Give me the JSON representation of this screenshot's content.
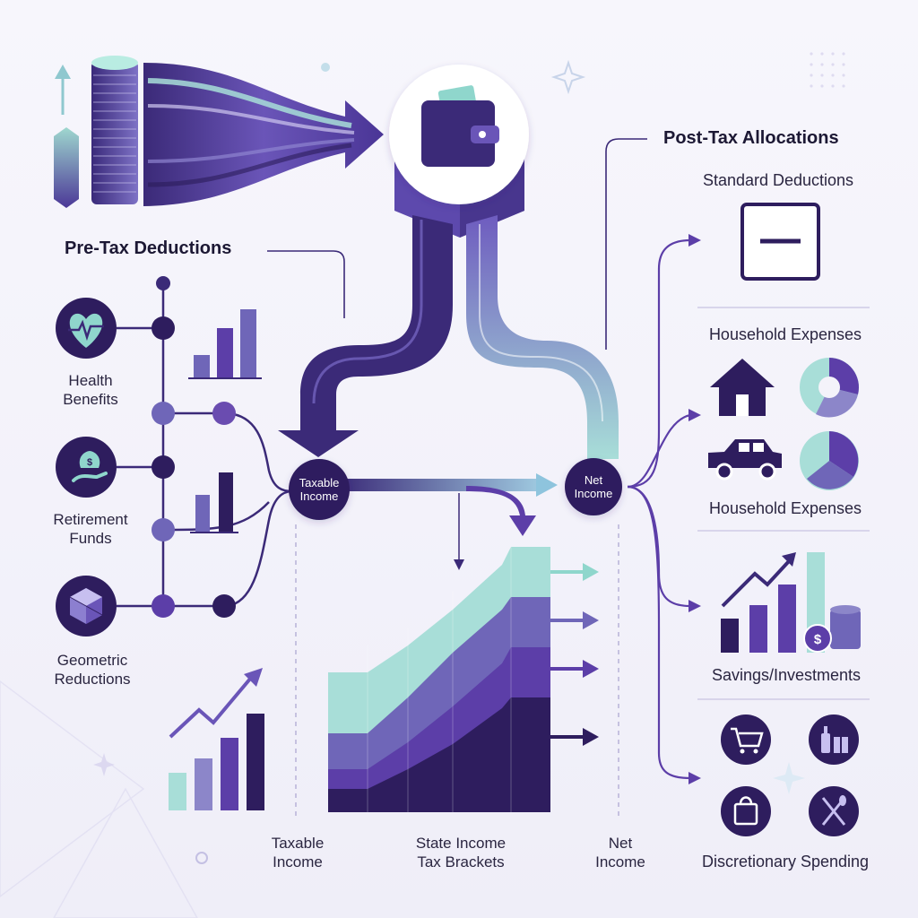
{
  "colors": {
    "deep_purple": "#2e1d5e",
    "mid_purple": "#5b3fa8",
    "lavender": "#8c86c9",
    "mint": "#a8ded8",
    "background": "#f4f3fa"
  },
  "left": {
    "section_title": "Pre-Tax Deductions",
    "items": [
      {
        "label": "Health Benefits",
        "line1": "Health",
        "line2": "Benefits",
        "icon": "heart-pulse-icon"
      },
      {
        "label": "Retirement Funds",
        "line1": "Retirement",
        "line2": "Funds",
        "icon": "hand-money-bag-icon"
      },
      {
        "label": "Geometric Reductions",
        "line1": "Geometric",
        "line2": "Reductions",
        "icon": "cube-icon"
      }
    ]
  },
  "center": {
    "wallet_icon": "wallet-icon",
    "taxable_node": {
      "line1": "Taxable",
      "line2": "Income"
    },
    "net_node": {
      "line1": "Net",
      "line2": "Income"
    }
  },
  "bottom": {
    "taxable": {
      "line1": "Taxable",
      "line2": "Income"
    },
    "brackets": {
      "line1": "State Income",
      "line2": "Tax Brackets"
    },
    "net": {
      "line1": "Net",
      "line2": "Income"
    }
  },
  "right": {
    "section_title": "Post-Tax Allocations",
    "standard_deductions": {
      "label": "Standard Deductions",
      "icon": "minus-box-icon"
    },
    "household_1": {
      "label": "Household Expenses",
      "icons": [
        "house-icon",
        "donut-chart-icon"
      ]
    },
    "household_2": {
      "label": "Household Expenses",
      "icons": [
        "car-icon",
        "pie-chart-icon"
      ]
    },
    "savings": {
      "label": "Savings/Investments",
      "icons": [
        "growth-bar-chart-icon",
        "coin-stack-icon"
      ]
    },
    "discretionary": {
      "label": "Discretionary Spending",
      "icons": [
        "shopping-cart-icon",
        "bottle-gift-icon",
        "shopping-bag-icon",
        "utensils-icon"
      ]
    }
  }
}
